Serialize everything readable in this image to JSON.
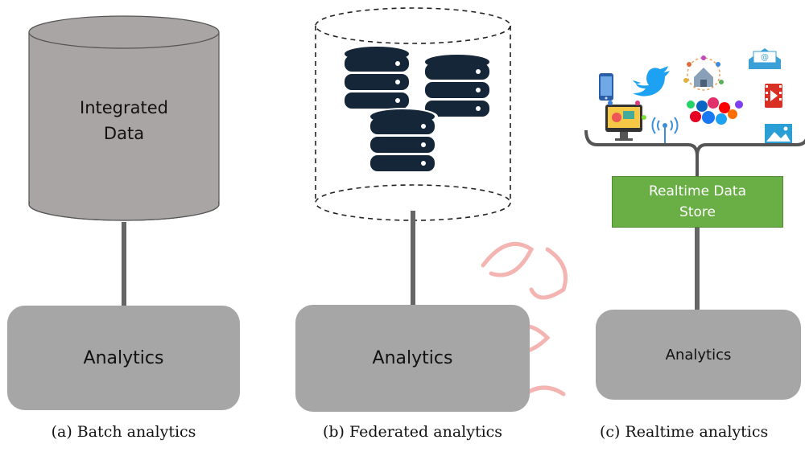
{
  "panels": {
    "batch": {
      "store_label_line1": "Integrated",
      "store_label_line2": "Data",
      "box_label": "Analytics",
      "caption": "(a) Batch analytics"
    },
    "federated": {
      "box_label": "Analytics",
      "caption": "(b) Federated analytics"
    },
    "realtime": {
      "store_label_line1": "Realtime Data",
      "store_label_line2": "Store",
      "box_label": "Analytics",
      "caption": "(c) Realtime analytics",
      "source_icons": [
        "phone-icon",
        "twitter-icon",
        "iot-house-icon",
        "email-icon",
        "ecommerce-monitor-icon",
        "wireless-antenna-icon",
        "social-media-icon",
        "video-icon",
        "image-icon"
      ],
      "email_glyph": "@"
    }
  },
  "colors": {
    "cylinder_fill": "#a9a5a4",
    "analytics_box": "#a6a6a6",
    "connector": "#666666",
    "database_icon": "#142638",
    "realtime_store": "#6aaf45",
    "watermark": "#e8322f"
  }
}
